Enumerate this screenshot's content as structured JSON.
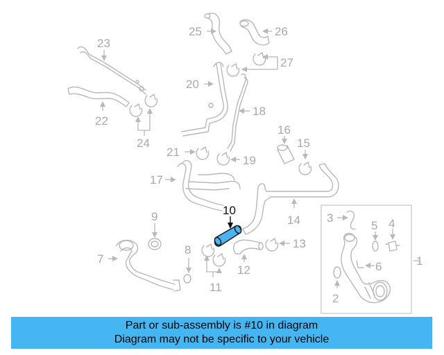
{
  "diagram": {
    "highlighted_part": "10",
    "callouts": [
      "1",
      "2",
      "3",
      "4",
      "5",
      "6",
      "7",
      "8",
      "9",
      "10",
      "11",
      "12",
      "13",
      "14",
      "15",
      "16",
      "17",
      "18",
      "19",
      "20",
      "21",
      "22",
      "23",
      "24",
      "25",
      "26",
      "27"
    ]
  },
  "banner": {
    "line1": "Part or sub-assembly is #10 in diagram",
    "line2": "Diagram may not be specific to your vehicle"
  },
  "colors": {
    "banner_background": "#45b6f1",
    "highlight_fill": "#4db3f0",
    "part_lines": "#b8b8b8",
    "callout_text": "#a9a9a9"
  }
}
